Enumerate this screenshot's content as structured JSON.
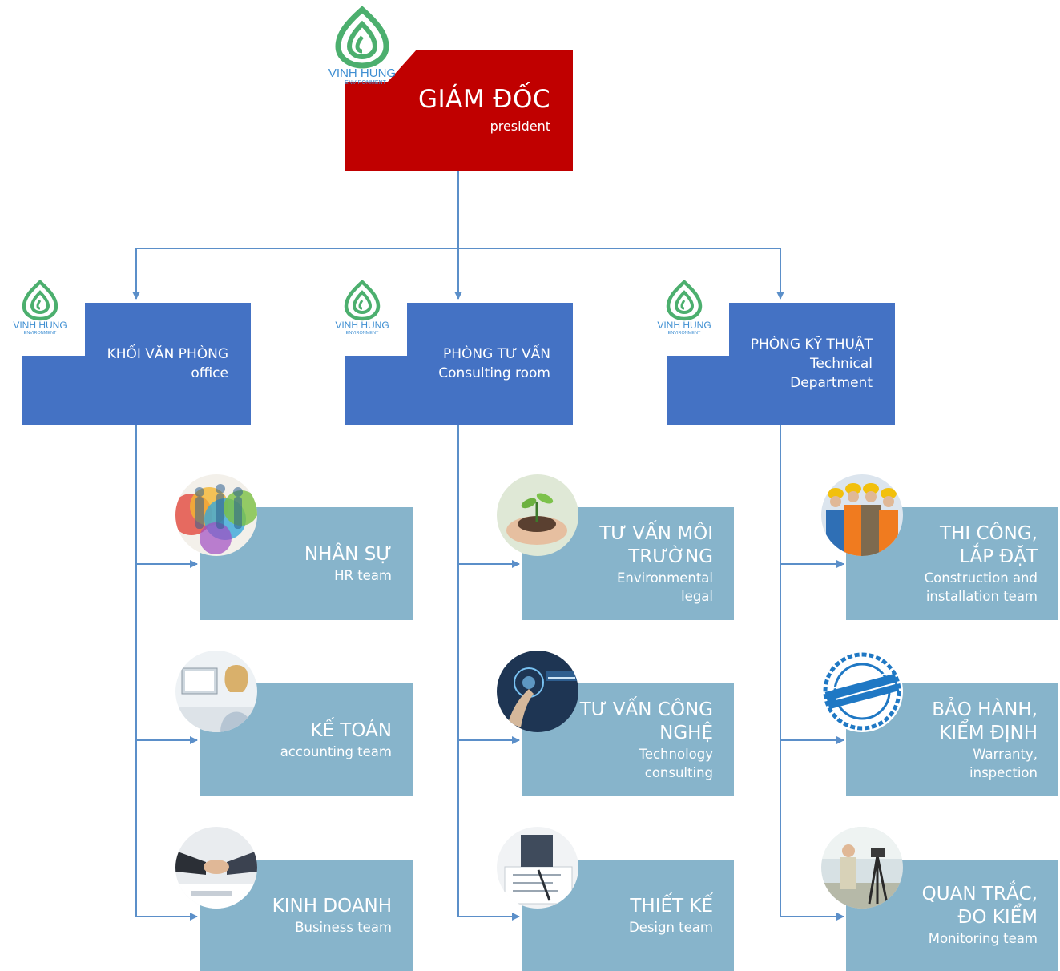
{
  "colors": {
    "president": "#c00000",
    "department": "#4472c4",
    "team": "#87b4cb",
    "connector": "#5b8fc9",
    "logo_green": "#4caf6e",
    "logo_blue": "#3f8fd2"
  },
  "logo": {
    "name": "VINH HUNG",
    "tagline": "ENVIRONMENT"
  },
  "president": {
    "title": "GIÁM ĐỐC",
    "subtitle": "president"
  },
  "departments": [
    {
      "title": "KHỐI VĂN PHÒNG",
      "subtitle": "office",
      "teams": [
        {
          "title": "NHÂN SỰ",
          "subtitle": "HR team",
          "icon": "hr-team-photo-icon"
        },
        {
          "title": "KẾ TOÁN",
          "subtitle": "accounting team",
          "icon": "accountant-photo-icon"
        },
        {
          "title": "KINH DOANH",
          "subtitle": "Business team",
          "icon": "handshake-photo-icon"
        }
      ]
    },
    {
      "title": "PHÒNG TƯ VẤN",
      "subtitle": "Consulting room",
      "teams": [
        {
          "title": "TƯ VẤN MÔI TRƯỜNG",
          "subtitle": "Environmental legal",
          "icon": "seedling-photo-icon"
        },
        {
          "title": "TƯ VẤN CÔNG NGHỆ",
          "subtitle": "Technology consulting",
          "icon": "consulting-touch-photo-icon"
        },
        {
          "title": "THIẾT KẾ",
          "subtitle": "Design team",
          "icon": "design-drawing-photo-icon"
        }
      ]
    },
    {
      "title": "PHÒNG KỸ THUẬT",
      "subtitle": "Technical Department",
      "teams": [
        {
          "title": "THI CÔNG, LẮP ĐẶT",
          "subtitle": "Construction and installation team",
          "icon": "workers-photo-icon"
        },
        {
          "title": "BẢO HÀNH, KIỂM ĐỊNH",
          "subtitle": "Warranty, inspection",
          "icon": "warranty-stamp-icon"
        },
        {
          "title": "QUAN TRẮC, ĐO KIỂM",
          "subtitle": "Monitoring team",
          "icon": "monitoring-photo-icon"
        }
      ]
    }
  ]
}
